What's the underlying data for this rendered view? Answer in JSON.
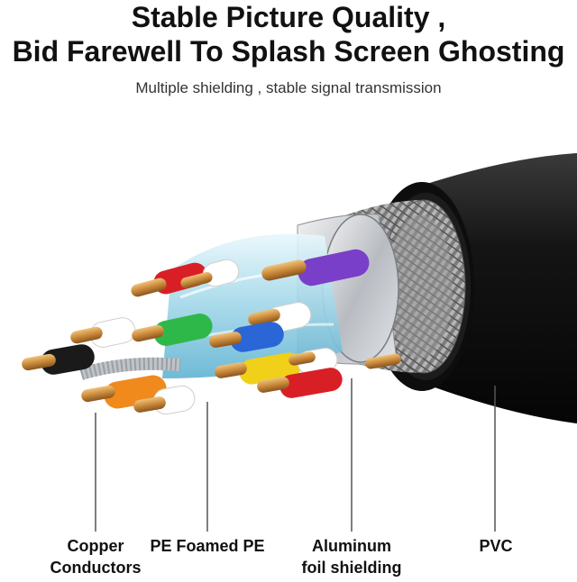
{
  "header": {
    "title_line1": "Stable Picture Quality ,",
    "title_line2": "Bid Farewell To Splash Screen Ghosting",
    "subtitle": "Multiple shielding , stable signal transmission"
  },
  "labels": {
    "copper": {
      "line1": "Copper",
      "line2": "Conductors"
    },
    "pe": {
      "line1": "PE Foamed PE"
    },
    "aluminum": {
      "line1": "Aluminum",
      "line2": "foil shielding"
    },
    "pvc": {
      "line1": "PVC"
    }
  },
  "colors": {
    "jacket": "#141414",
    "braid": "#8a8a8a",
    "foil": "#c9ccd0",
    "insulation": "#9fd6e8",
    "copper": "#c98a3a",
    "wire_red": "#d91f26",
    "wire_purple": "#7a3fc8",
    "wire_green": "#2fb84a",
    "wire_blue": "#2a66d6",
    "wire_yellow": "#f0d019",
    "wire_orange": "#f08a1c",
    "wire_black": "#1a1a1a"
  },
  "icons": [
    "hdmi-cable-cross-section-illustration"
  ]
}
